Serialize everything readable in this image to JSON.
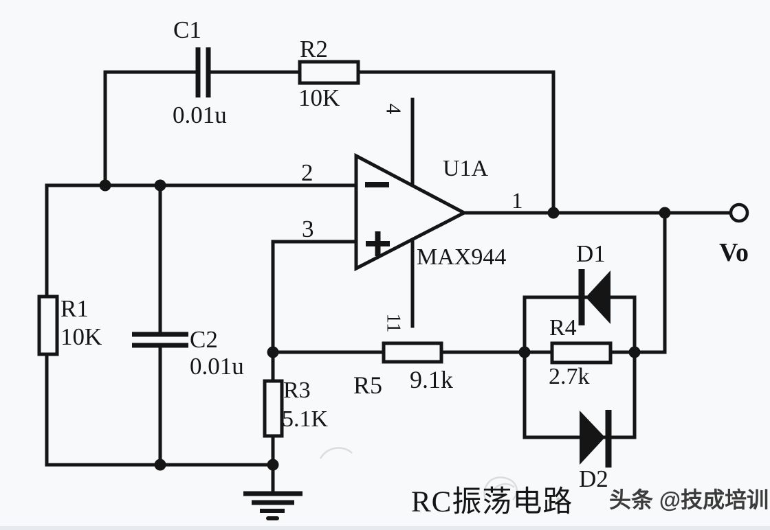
{
  "page": {
    "caption": "RC振荡电路",
    "watermark": "头条 @技成培训"
  },
  "opamp": {
    "ref": "U1A",
    "part": "MAX944",
    "pin_inverting": "2",
    "pin_noninverting": "3",
    "pin_output": "1",
    "pin_power_top": "4",
    "pin_power_bottom": "11",
    "sign_inverting": "−",
    "sign_noninverting": "+"
  },
  "components": {
    "c1": {
      "ref": "C1",
      "value": "0.01u"
    },
    "r2": {
      "ref": "R2",
      "value": "10K"
    },
    "r1": {
      "ref": "R1",
      "value": "10K"
    },
    "c2": {
      "ref": "C2",
      "value": "0.01u"
    },
    "r3": {
      "ref": "R3",
      "value": "5.1K"
    },
    "r5": {
      "ref": "R5",
      "value": "9.1k"
    },
    "r4": {
      "ref": "R4",
      "value": "2.7k"
    },
    "d1": {
      "ref": "D1"
    },
    "d2": {
      "ref": "D2"
    }
  },
  "output": {
    "label": "Vo"
  },
  "colors": {
    "line": "#151515",
    "background": "#f8f9fa",
    "watermark_text": "#3b3b3b",
    "bottom_strip": "#e7ebef"
  }
}
